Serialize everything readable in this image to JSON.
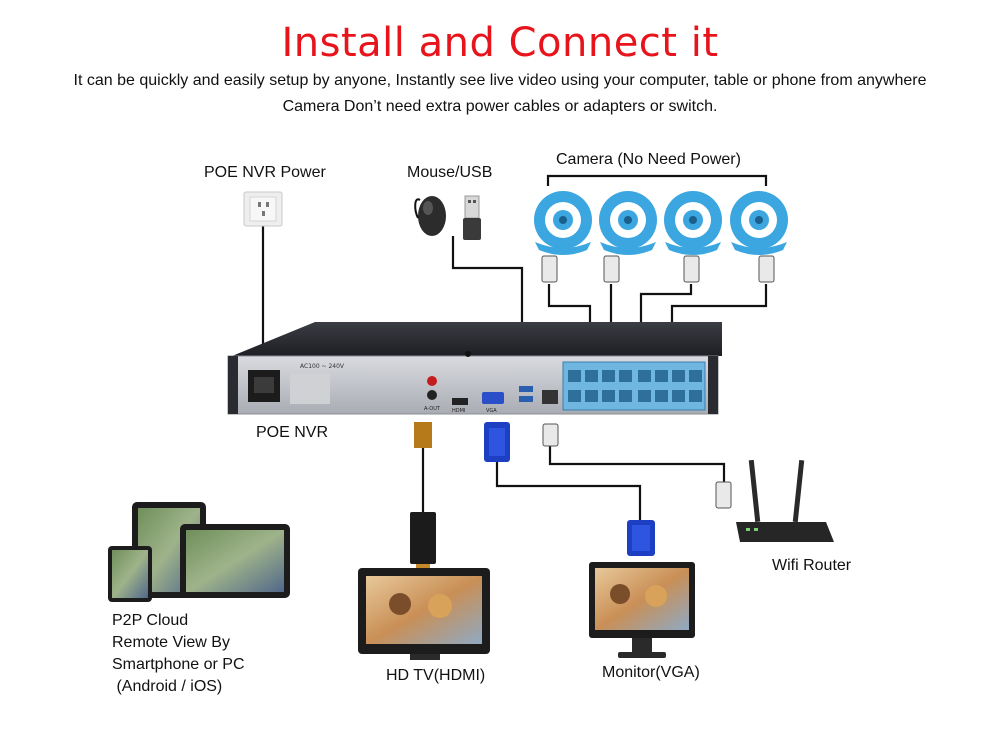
{
  "header": {
    "title": "Install and Connect it",
    "subtitle_1": "It can be quickly and easily setup by anyone, Instantly see live video using your computer, table or phone from anywhere",
    "subtitle_2": "Camera Don’t need extra power cables or adapters or switch."
  },
  "labels": {
    "poe_nvr_power": "POE NVR Power",
    "mouse_usb": "Mouse/USB",
    "camera": "Camera (No Need Power)",
    "poe_nvr": "POE NVR",
    "wifi_router": "Wifi Router",
    "hd_tv": "HD TV(HDMI)",
    "monitor": "Monitor(VGA)",
    "p2p_lines": [
      "P2P Cloud",
      "Remote View By",
      "Smartphone or PC",
      " (Android / iOS)"
    ]
  },
  "nvr_panel": {
    "power_spec": "AC100 ~ 240V",
    "hdmi": "HDMI",
    "vga": "VGA",
    "audio": "A-OUT"
  },
  "colors": {
    "title": "#e8141c",
    "camera_blue": "#3ba6e0",
    "poe_port_blue": "#6fb6e0",
    "vga_blue": "#1d3fc4",
    "cable": "#111111"
  }
}
